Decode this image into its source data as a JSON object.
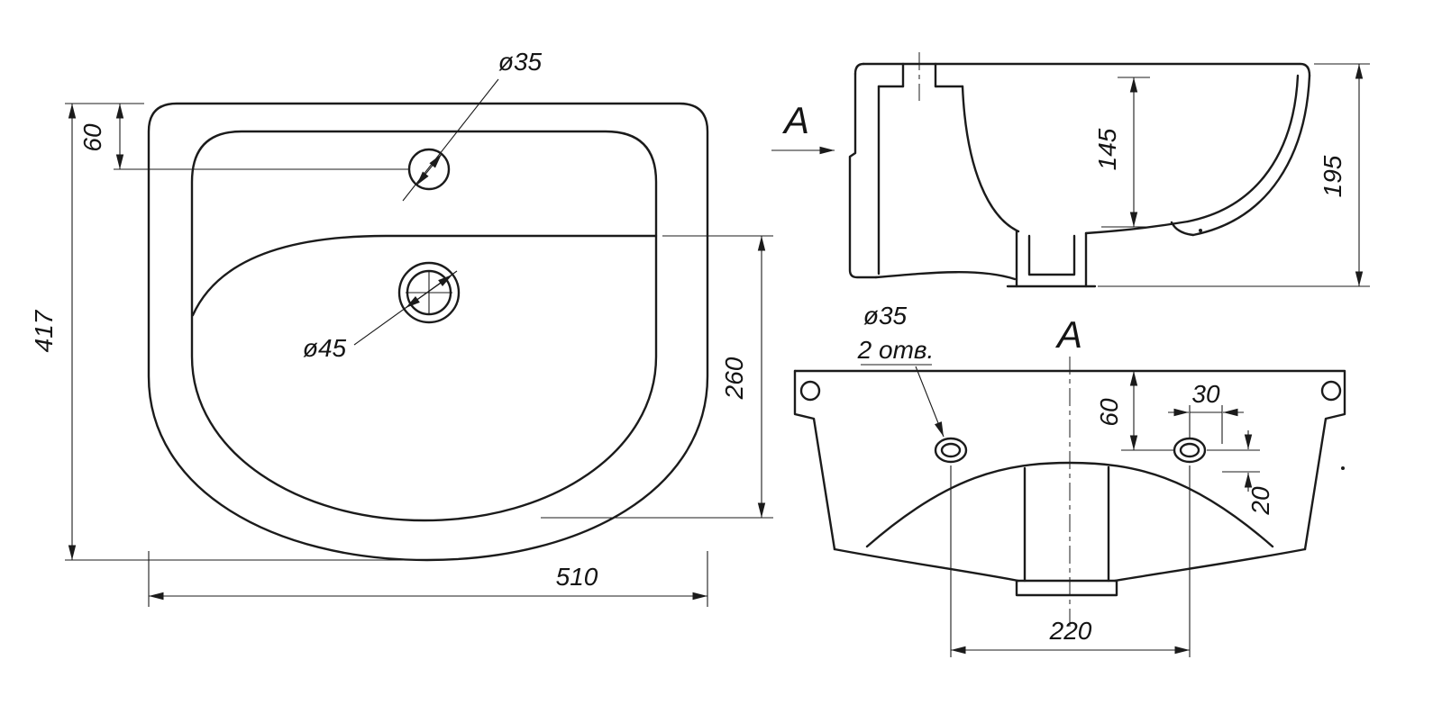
{
  "plan": {
    "faucet_dia": "ø35",
    "drain_dia": "ø45",
    "dim_faucet_from_top": "60",
    "dim_depth_overall": "417",
    "dim_bowl": "260",
    "dim_width": "510"
  },
  "section": {
    "view_label": "A",
    "dim_bowl_depth": "145",
    "dim_height": "195"
  },
  "rear": {
    "view_title": "A",
    "hole_dia": "ø35",
    "hole_count": "2 отв.",
    "dim_top_to_holes": "60",
    "dim_h30": "30",
    "dim_v20": "20",
    "dim_hole_spacing": "220"
  }
}
